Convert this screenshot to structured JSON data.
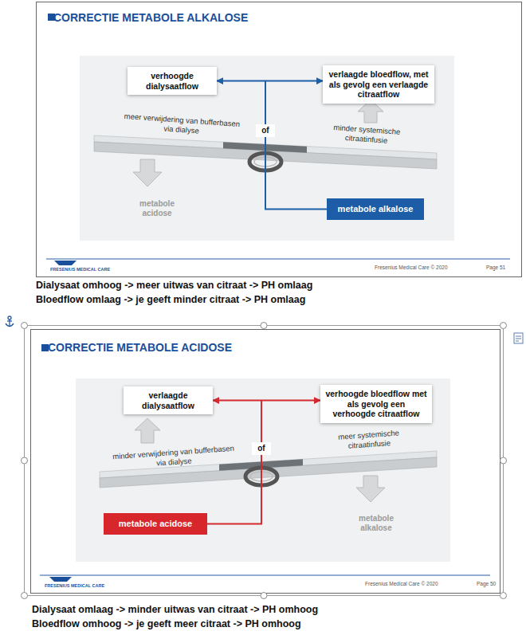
{
  "diagram": {
    "nodes": [
      {
        "text": [
          "CORRECTIE METABOLE ALKALOSE",
          "meer verwijdering van bufferbasen via dialyse",
          "minder systemische citraatinfusie",
          "metabole acidose",
          "FRESENIUS MEDICAL CARE",
          "Fresenius Medical Care © 2020",
          "Page 51"
        ]
      },
      {
        "text": [
          "verhoogde dialysaatflow"
        ],
        "in": 0
      },
      {
        "text": [
          "verlaagde bloedflow, met als gevolg een verlaagde citraatflow"
        ],
        "in": 0
      },
      {
        "text": [
          "of"
        ],
        "in": 0
      },
      {
        "text": [
          "metabole alkalose"
        ],
        "in": 0
      },
      {
        "text": [
          "CORRECTIE METABOLE ACIDOSE",
          "minder verwijdering van bufferbasen via dialyse",
          "meer systemische citraatinfusie",
          "metabole alkalose",
          "FRESENIUS MEDICAL CARE",
          "Fresenius Medical Care © 2020",
          "Page 50"
        ]
      },
      {
        "text": [
          "verlaagde dialysaatflow"
        ],
        "in": 5
      },
      {
        "text": [
          "verhoogde bloedflow met als gevolg een verhoogde citraatflow"
        ],
        "in": 5
      },
      {
        "text": [
          "of"
        ],
        "in": 5
      },
      {
        "text": [
          "metabole acidose"
        ],
        "in": 5
      }
    ],
    "edges": [
      {
        "from": 1,
        "to": 2,
        "arrow": "both"
      },
      {
        "from": 3,
        "to": 4,
        "arrow": "none"
      },
      {
        "from": 6,
        "to": 7,
        "arrow": "both"
      },
      {
        "from": 8,
        "to": 9,
        "arrow": "none"
      }
    ],
    "labels": [
      "Dialysaat omhoog -> meer uitwas van citraat -> PH omlaag",
      "Bloedflow omlaag -> je geeft minder citraat -> PH omlaag",
      "Dialysaat omlaag -> minder uitwas van citraat -> PH omhoog",
      "Bloedflow omhoog -> je geeft meer citraat -> PH omhoog"
    ]
  }
}
